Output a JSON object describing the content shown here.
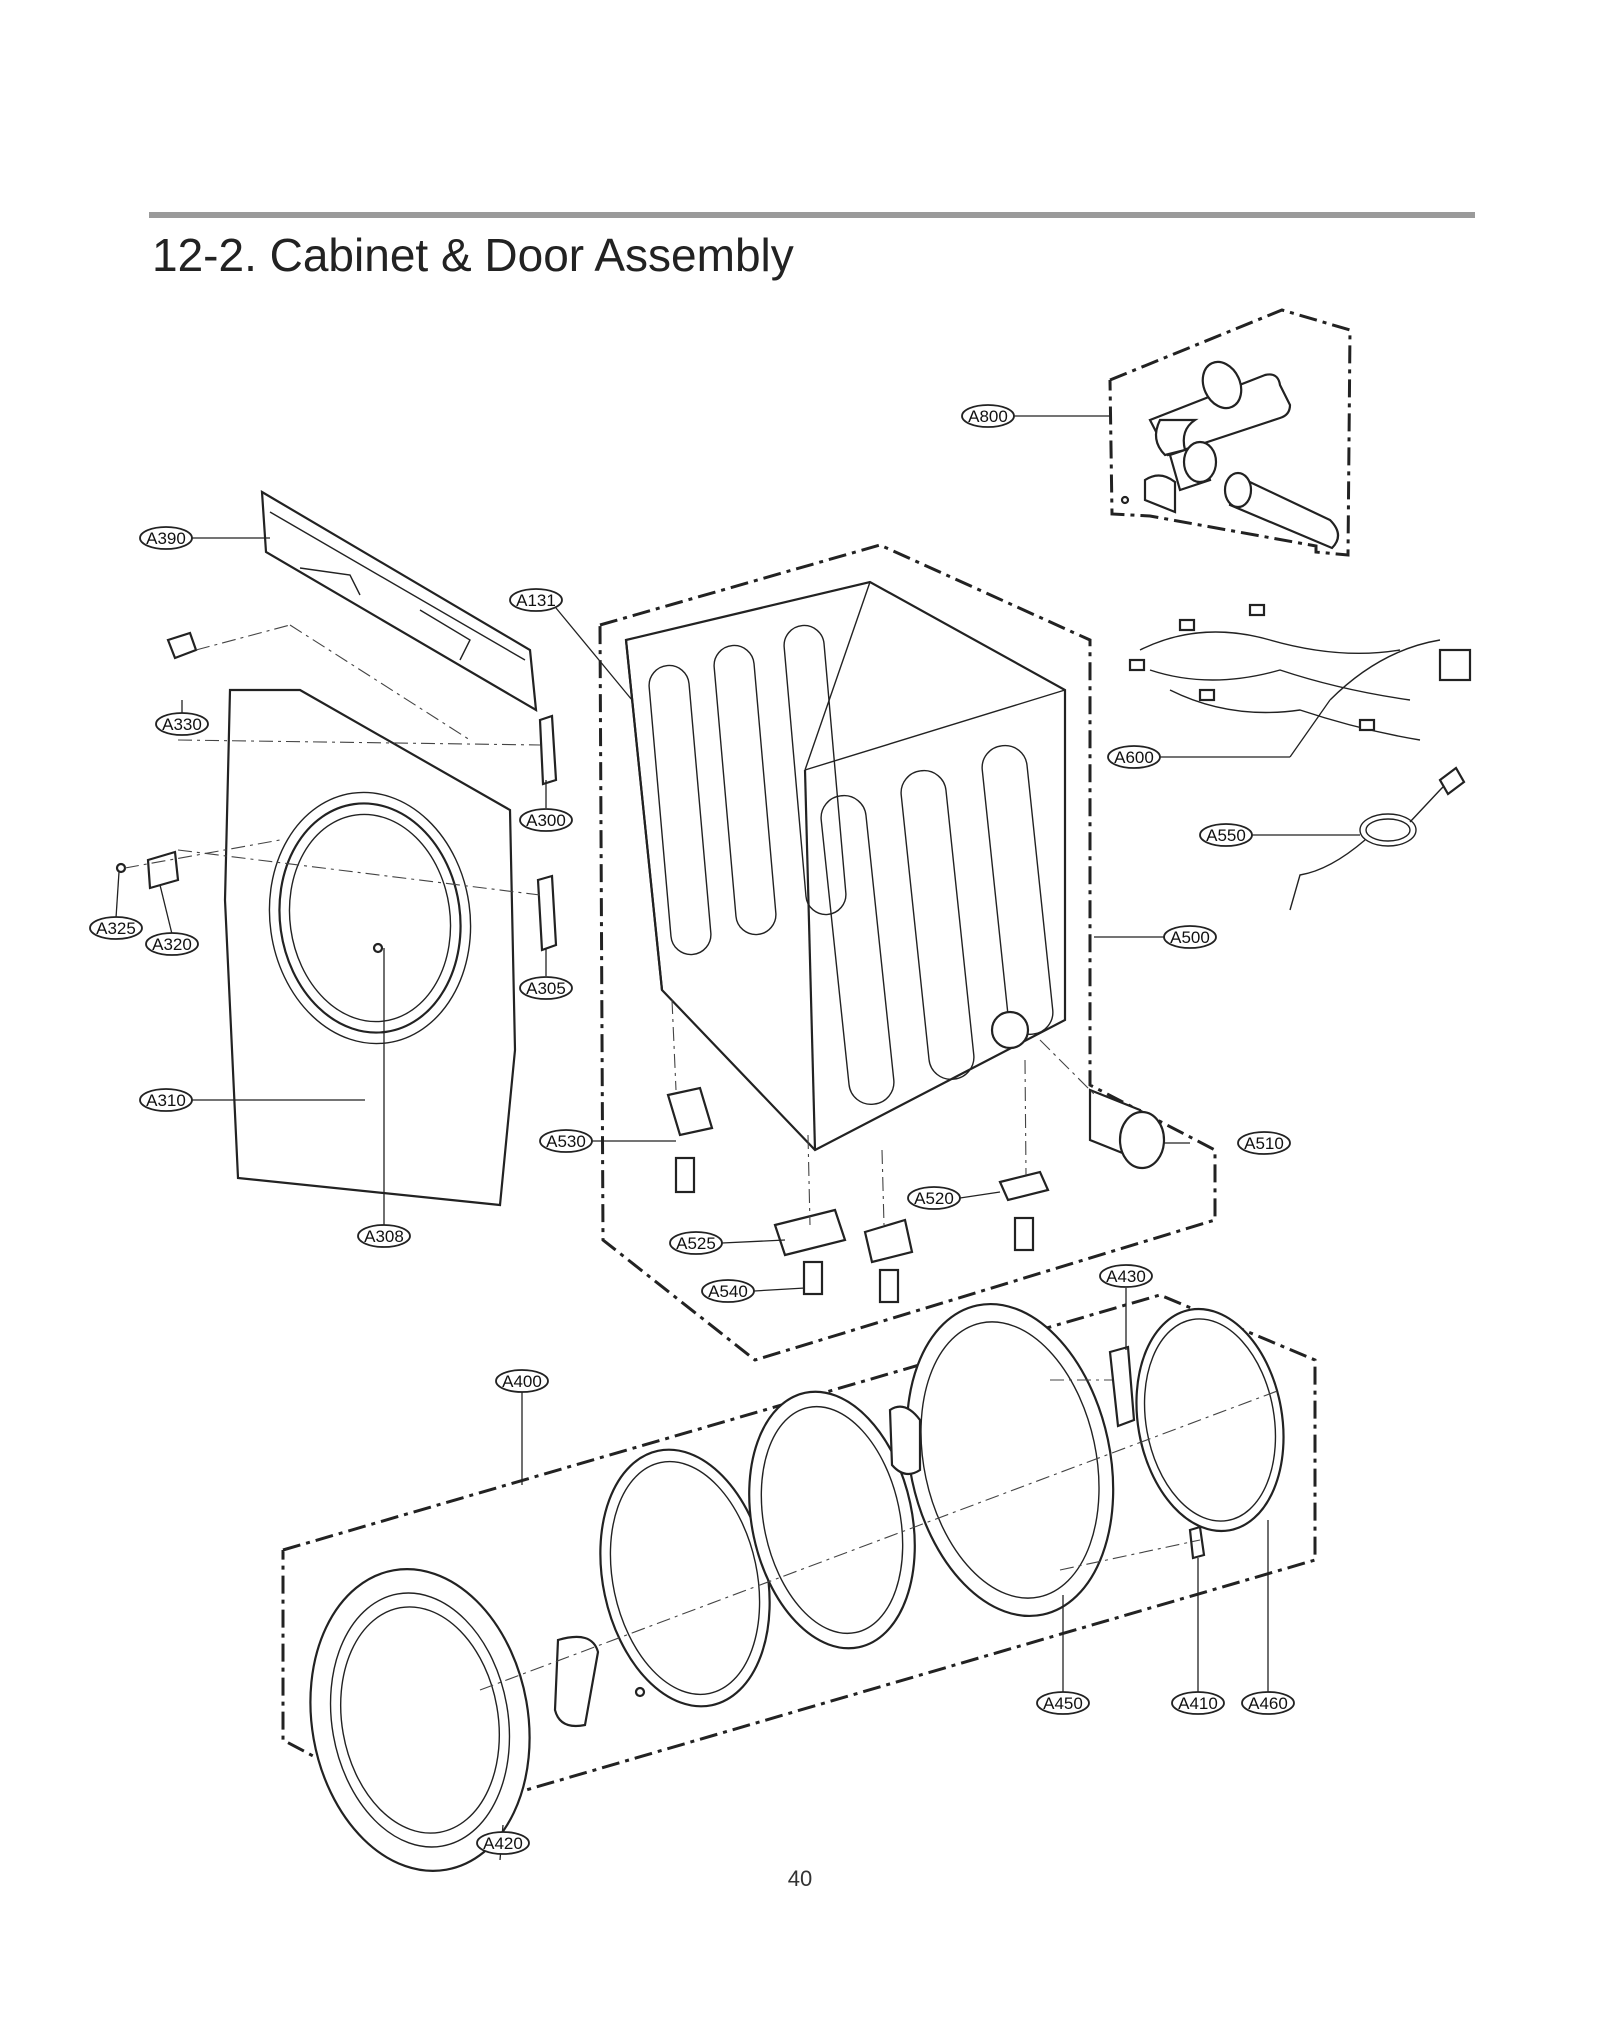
{
  "page": {
    "title": "12-2. Cabinet & Door Assembly",
    "page_number": "40"
  },
  "labels": [
    "A800",
    "A390",
    "A131",
    "A330",
    "A600",
    "A300",
    "A550",
    "A325",
    "A320",
    "A500",
    "A305",
    "A310",
    "A530",
    "A510",
    "A520",
    "A308",
    "A525",
    "A540",
    "A430",
    "A400",
    "A450",
    "A410",
    "A460",
    "A420"
  ]
}
